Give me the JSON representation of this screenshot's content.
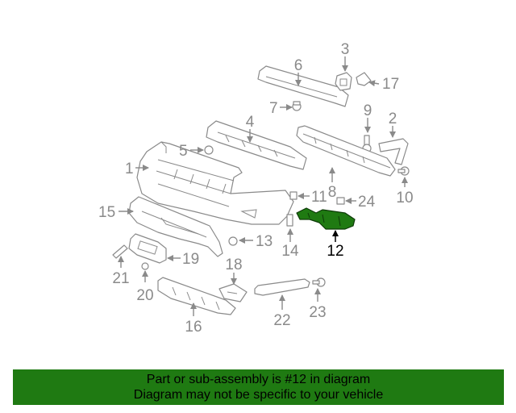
{
  "diagram": {
    "highlighted_part": "12",
    "callouts": [
      "1",
      "2",
      "3",
      "4",
      "5",
      "6",
      "7",
      "8",
      "9",
      "10",
      "11",
      "12",
      "13",
      "14",
      "15",
      "16",
      "17",
      "18",
      "19",
      "20",
      "21",
      "22",
      "23",
      "24"
    ]
  },
  "banner": {
    "line1": "Part or sub-assembly is #12 in diagram",
    "line2": "Diagram may not be specific to your vehicle",
    "color": "#1f7a12"
  }
}
